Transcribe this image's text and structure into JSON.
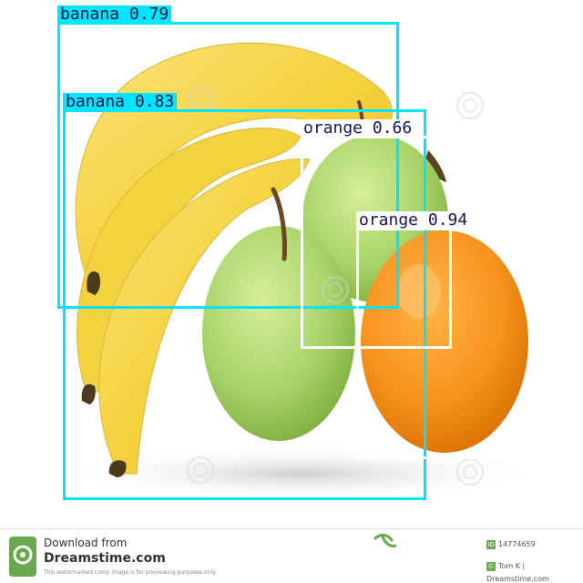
{
  "detections": [
    {
      "label": "banana",
      "score": "0.79",
      "color": "#00e5ff",
      "style": "cyan"
    },
    {
      "label": "banana",
      "score": "0.83",
      "color": "#00e5ff",
      "style": "cyan"
    },
    {
      "label": "orange",
      "score": "0.66",
      "color": "#ffffff",
      "style": "white"
    },
    {
      "label": "orange",
      "score": "0.94",
      "color": "#ffffff",
      "style": "white"
    }
  ],
  "footer": {
    "line1": "Download from",
    "line2": "Dreamstime.com",
    "note": "This watermarked comp image is for previewing purposes only.",
    "id_icon": "ID",
    "id": "14774659",
    "credit_icon": "©",
    "credit": "Tom K | Dreamstime.com"
  },
  "colors": {
    "box_cyan": "#00e5ff",
    "box_white": "#ffffff",
    "logo_green": "#6aa84f"
  }
}
